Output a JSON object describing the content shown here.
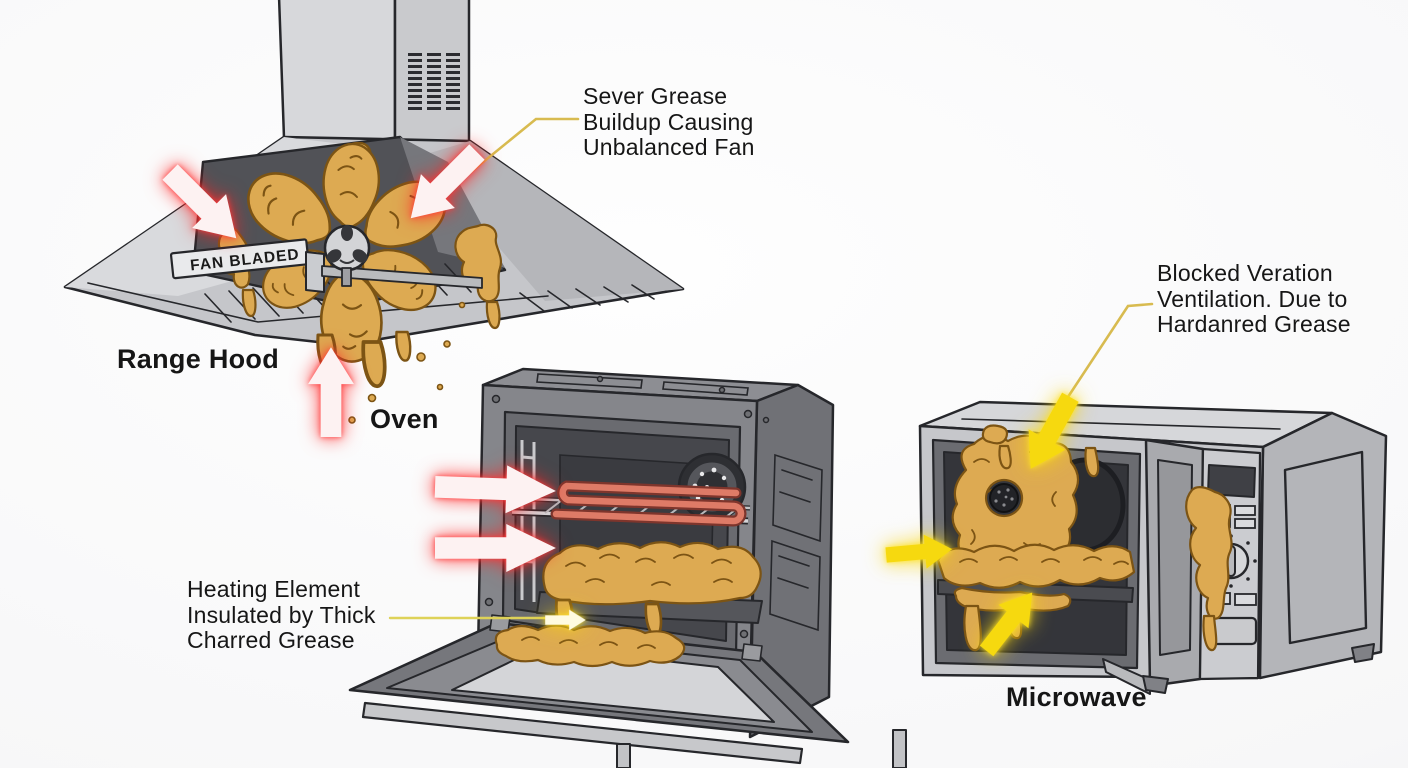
{
  "diagram": {
    "labels": {
      "range_hood": "Range Hood",
      "oven": "Oven",
      "microwave": "Microwave",
      "fan_strip": "FAN BLADED"
    },
    "annotations": {
      "hood": {
        "line1": "Sever Grease",
        "line2": "Buildup Causing",
        "line3": "Unbalanced Fan"
      },
      "oven": {
        "line1": "Heating Element",
        "line2": "Insulated by Thick",
        "line3": "Charred Grease"
      },
      "microwave": {
        "line1": "Blocked Veration",
        "line2": "Ventilation. Due to",
        "line3": "Hardanred Grease"
      }
    },
    "colors": {
      "text": "#161616",
      "grease": "#ddaa52",
      "grease_outline": "#7c5414",
      "arrow_yellow": "#f6d90f",
      "leader": "#d8bb50",
      "red_glow": "#ff3030",
      "heating_element": "#de7b67"
    }
  }
}
